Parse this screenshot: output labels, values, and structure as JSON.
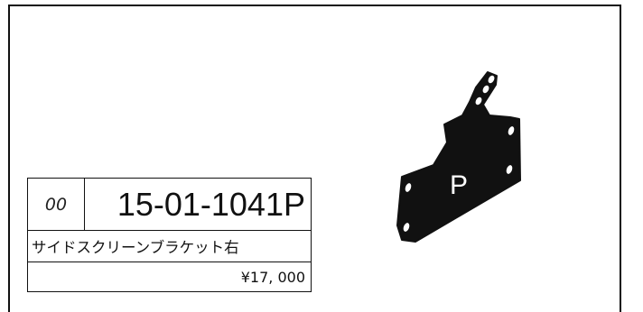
{
  "part": {
    "variant_code": "00",
    "part_number": "15-01-1041P",
    "name": "サイドスクリーンブラケット右",
    "price": "¥17, 000"
  },
  "illustration": {
    "icon": "bracket-part-illustration",
    "stamp_text": "P",
    "fill_color": "#111111"
  }
}
